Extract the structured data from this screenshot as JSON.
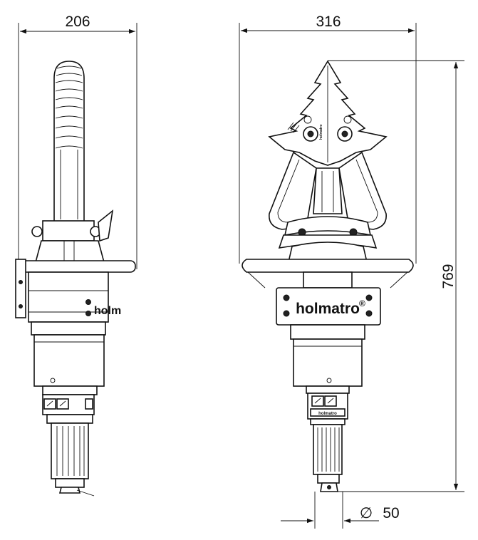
{
  "dimensions": {
    "side_width": "206",
    "front_width": "316",
    "height": "769",
    "diameter": "50"
  },
  "diameter_symbol": "∅",
  "brand_front": "holmatro",
  "brand_side": "holm",
  "brand_plate": "holmatro",
  "registered_mark": "®"
}
